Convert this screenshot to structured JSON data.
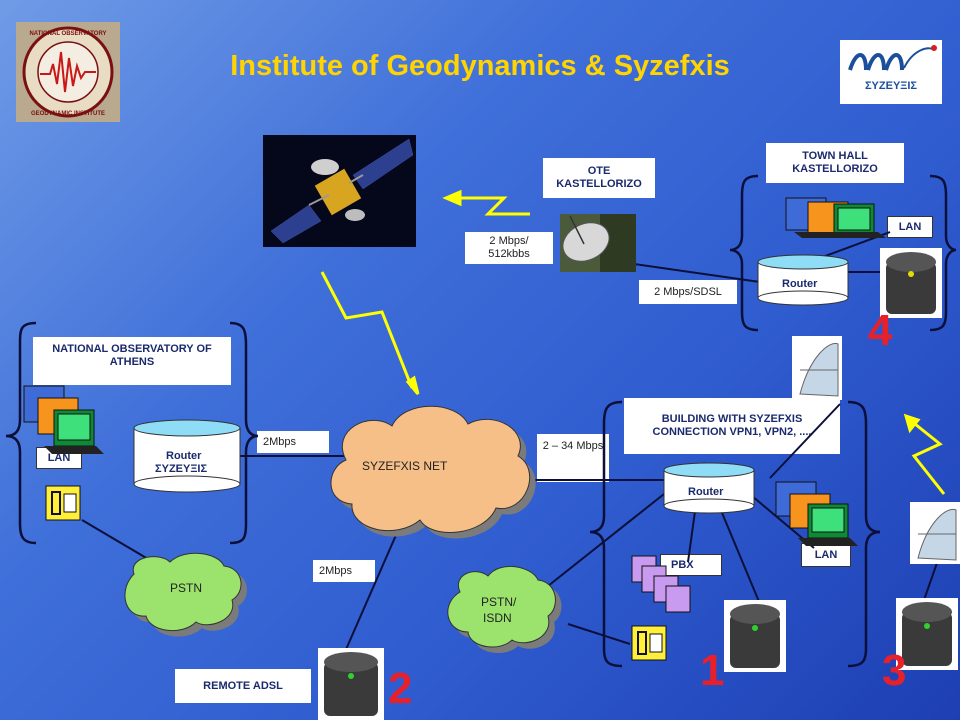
{
  "title": "Institute of Geodynamics & Syzefxis",
  "logos": {
    "observatory_ring": "NATIONAL OBSERVATORY OF ATHENS · GEODYNAMIC INSTITUTE",
    "syzefxis_text": "ΣΥΖΕΥΞΙΣ"
  },
  "nodes": {
    "national_observatory": "NATIONAL OBSERVATORY OF ATHENS",
    "ote_kastellorizo": "OTE KASTELLORIZO",
    "town_hall": "TOWN HALL KASTELLORIZO",
    "building": "BUILDING WITH SYZEFXIS CONNECTION VPN1, VPN2, ....",
    "remote_adsl": "REMOTE ADSL"
  },
  "routers": {
    "noa_line1": "Router",
    "noa_line2": "ΣΥΖΕΥΞΙΣ",
    "town_hall": "Router",
    "building": "Router"
  },
  "lan": {
    "noa": "LAN",
    "town_hall": "LAN",
    "building": "LAN"
  },
  "pbx": "PBX",
  "clouds": {
    "syzefxis_net": "SYZEFXIS NET",
    "pstn": "PSTN",
    "pstn_isdn_line1": "PSTN/",
    "pstn_isdn_line2": "ISDN"
  },
  "links": {
    "noa_to_net": "2Mbps",
    "remote_to_net": "2Mbps",
    "building_to_net": "2 – 34 Mbps",
    "satellite": "2 Mbps/ 512kbbs",
    "sdsl": "2 Mbps/SDSL"
  },
  "numbers": [
    "1",
    "2",
    "3",
    "4"
  ],
  "colors": {
    "title": "#ffd400",
    "lightning": "#ffff00",
    "number": "#e8202a"
  }
}
